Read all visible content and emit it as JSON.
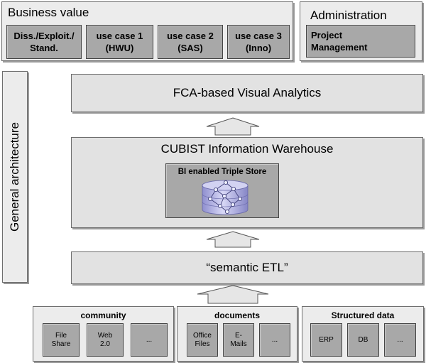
{
  "business_value": {
    "title": "Business value",
    "items": [
      {
        "label": "Diss./Exploit./\nStand."
      },
      {
        "label": "use case 1\n(HWU)"
      },
      {
        "label": "use case 2\n(SAS)"
      },
      {
        "label": "use case 3\n(Inno)"
      }
    ]
  },
  "administration": {
    "title": "Administration",
    "items": [
      {
        "label": "Project\nManagement"
      }
    ]
  },
  "architecture": {
    "side_label": "General architecture",
    "visual_analytics": "FCA-based Visual Analytics",
    "warehouse": {
      "title": "CUBIST Information Warehouse",
      "store_label": "BI enabled Triple Store"
    },
    "etl": "“semantic ETL”"
  },
  "sources": [
    {
      "title": "community",
      "items": [
        "File\nShare",
        "Web\n2.0",
        "..."
      ]
    },
    {
      "title": "documents",
      "items": [
        "Office\nFiles",
        "E-\nMails",
        "..."
      ]
    },
    {
      "title": "Structured data",
      "items": [
        "ERP",
        "DB",
        "..."
      ]
    }
  ],
  "colors": {
    "panel_light": "#ececec",
    "panel_dark": "#a8a8a8",
    "database": "#b9b9e6"
  }
}
